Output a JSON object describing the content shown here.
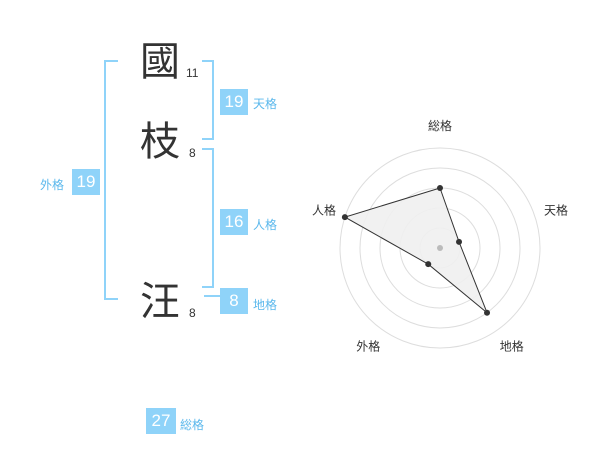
{
  "name": {
    "chars": [
      {
        "char": "國",
        "strokes": "11"
      },
      {
        "char": "枝",
        "strokes": "8"
      },
      {
        "char": "汪",
        "strokes": "8"
      }
    ]
  },
  "fortune": {
    "tenkaku": {
      "label": "天格",
      "value": "19"
    },
    "jinkaku": {
      "label": "人格",
      "value": "16"
    },
    "chikaku": {
      "label": "地格",
      "value": "8"
    },
    "gaikaku": {
      "label": "外格",
      "value": "19"
    },
    "soukaku": {
      "label": "総格",
      "value": "27"
    }
  },
  "chart_data": {
    "type": "radar",
    "axes": [
      "総格",
      "天格",
      "地格",
      "外格",
      "人格"
    ],
    "levels": 5,
    "max": 5,
    "values": [
      3,
      1,
      4,
      1,
      5
    ],
    "colors": {
      "fill": "#f0f0f0",
      "line": "#333333",
      "grid": "#dddddd",
      "point": "#333333",
      "center": "#bbbbbb"
    }
  }
}
